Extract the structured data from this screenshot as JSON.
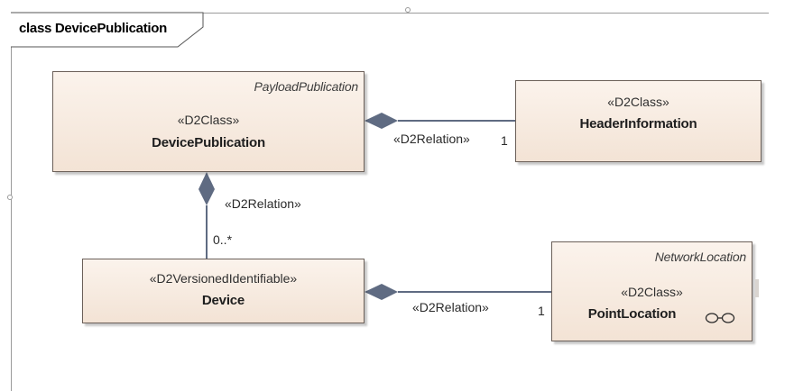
{
  "frame": {
    "title": "class DevicePublication"
  },
  "classes": {
    "device_publication": {
      "italic_tag": "PayloadPublication",
      "stereotype": "«D2Class»",
      "name": "DevicePublication"
    },
    "header_information": {
      "stereotype": "«D2Class»",
      "name": "HeaderInformation"
    },
    "device": {
      "stereotype": "«D2VersionedIdentifiable»",
      "name": "Device"
    },
    "point_location": {
      "italic_tag": "NetworkLocation",
      "stereotype": "«D2Class»",
      "name": "PointLocation"
    }
  },
  "relations": {
    "pub_to_header": {
      "stereotype": "«D2Relation»",
      "multiplicity": "1"
    },
    "pub_to_device": {
      "stereotype": "«D2Relation»",
      "multiplicity": "0..*"
    },
    "device_to_point": {
      "stereotype": "«D2Relation»",
      "multiplicity": "1"
    }
  },
  "colors": {
    "line": "#5f6b82",
    "diamond": "#5f6b82"
  }
}
